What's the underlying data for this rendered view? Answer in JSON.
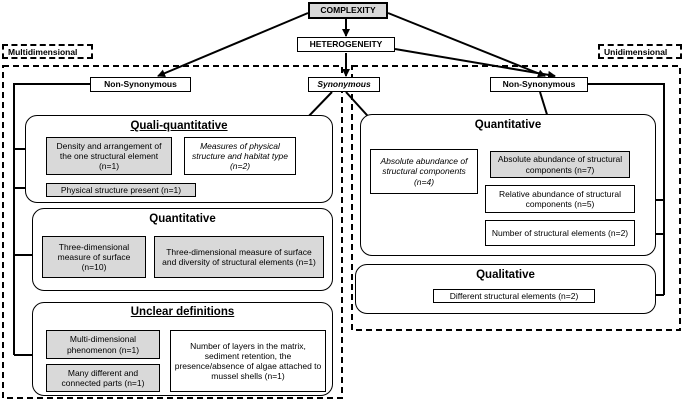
{
  "top": {
    "complexity": "COMPLEXITY",
    "heterogeneity": "HETEROGENEITY"
  },
  "tags": {
    "multidimensional": "Multidimensional",
    "unidimensional": "Unidimensional"
  },
  "branches": {
    "non_synonymous_left": "Non-Synonymous",
    "synonymous": "Synonymous",
    "non_synonymous_right": "Non-Synonymous"
  },
  "left": {
    "quali": {
      "title": "Quali-quantitative",
      "density": "Density and arrangement of the one structural element (n=1)",
      "measures": "Measures of physical structure and habitat type (n=2)",
      "physical": "Physical structure present (n=1)"
    },
    "quant": {
      "title": "Quantitative",
      "three_dim_surface": "Three-dimensional measure of surface (n=10)",
      "three_dim_diversity": "Three-dimensional measure of surface and diversity of structural elements (n=1)"
    },
    "unclear": {
      "title": "Unclear definitions",
      "multi": "Multi-dimensional phenomenon (n=1)",
      "many": "Many different and connected parts (n=1)",
      "layers": "Number of layers in the matrix, sediment retention, the presence/absence of algae attached to mussel shells (n=1)"
    }
  },
  "right": {
    "quant": {
      "title": "Quantitative",
      "abs_italic": "Absolute abundance of structural components (n=4)",
      "abs": "Absolute abundance of structural components (n=7)",
      "rel": "Relative abundance of structural components (n=5)",
      "num": "Number of structural elements (n=2)"
    },
    "qual": {
      "title": "Qualitative",
      "diff": "Different structural elements (n=2)"
    }
  }
}
